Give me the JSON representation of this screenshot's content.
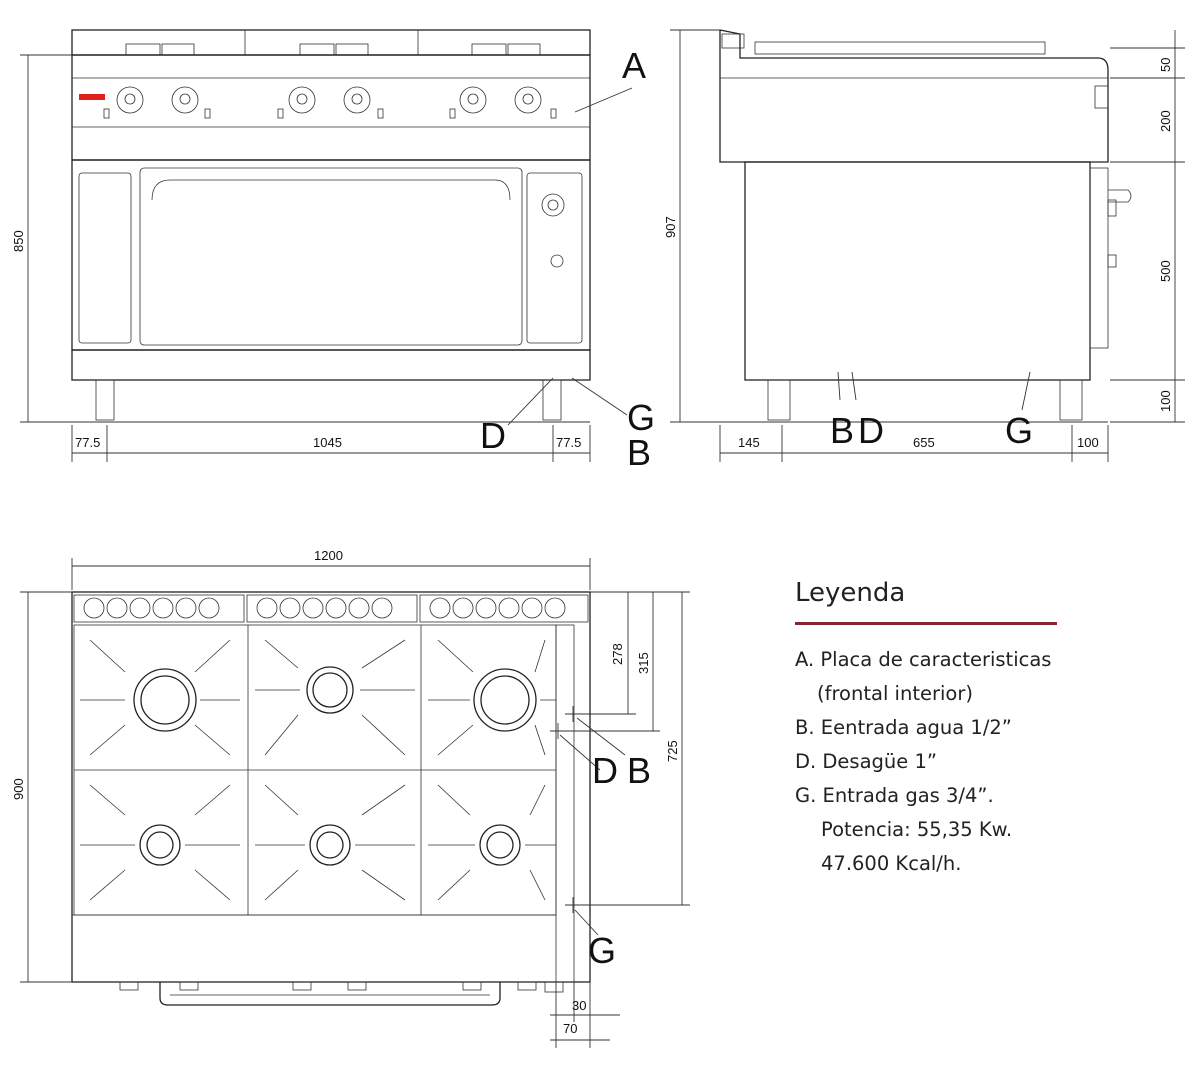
{
  "front_view": {
    "height_dim": "850",
    "left_leg_dim": "77.5",
    "width_dim": "1045",
    "right_leg_dim": "77.5",
    "labels": {
      "a": "A",
      "d": "D",
      "g": "G",
      "b": "B"
    }
  },
  "side_view": {
    "height_dim": "907",
    "dims_right": [
      "50",
      "200",
      "500",
      "100"
    ],
    "dims_bottom": [
      "145",
      "655",
      "100"
    ],
    "labels": {
      "b": "B",
      "d": "D",
      "g": "G"
    }
  },
  "top_view": {
    "width_dim": "1200",
    "depth_dim": "900",
    "dim_278": "278",
    "dim_315": "315",
    "dim_725": "725",
    "dim_30": "30",
    "dim_70": "70",
    "labels": {
      "d": "D",
      "b": "B",
      "g": "G"
    }
  },
  "legend": {
    "title": "Leyenda",
    "accent_color": "#8b2232",
    "items": [
      "A. Placa de caracteristicas",
      "(frontal interior)",
      "B. Eentrada agua 1/2”",
      "D. Desagüe 1”",
      "G. Entrada gas 3/4”.",
      "Potencia: 55,35 Kw.",
      "47.600 Kcal/h."
    ]
  }
}
